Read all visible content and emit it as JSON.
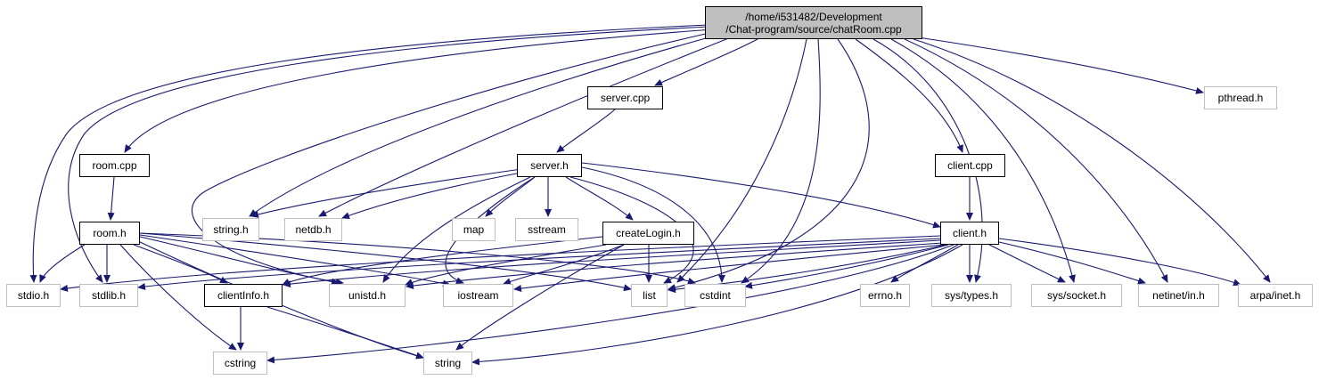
{
  "diagram": {
    "root": {
      "line1": "/home/i531482/Development",
      "line2": "/Chat-program/source/chatRoom.cpp"
    },
    "labels": {
      "room_cpp": "room.cpp",
      "server_cpp": "server.cpp",
      "client_cpp": "client.cpp",
      "server_h": "server.h",
      "room_h": "room.h",
      "client_h": "client.h",
      "createLogin_h": "createLogin.h",
      "clientInfo_h": "clientInfo.h",
      "pthread_h": "pthread.h",
      "string_h": "string.h",
      "netdb_h": "netdb.h",
      "map": "map",
      "sstream": "sstream",
      "stdio_h": "stdio.h",
      "stdlib_h": "stdlib.h",
      "unistd_h": "unistd.h",
      "iostream": "iostream",
      "list": "list",
      "cstdint": "cstdint",
      "errno_h": "errno.h",
      "sys_types_h": "sys/types.h",
      "sys_socket_h": "sys/socket.h",
      "netinet_in_h": "netinet/in.h",
      "arpa_inet_h": "arpa/inet.h",
      "cstring": "cstring",
      "string": "string"
    },
    "colors": {
      "edge": "#191970",
      "root_fill": "#bfbfbf",
      "local_border": "#000000",
      "system_border": "#bfbfbf"
    }
  }
}
